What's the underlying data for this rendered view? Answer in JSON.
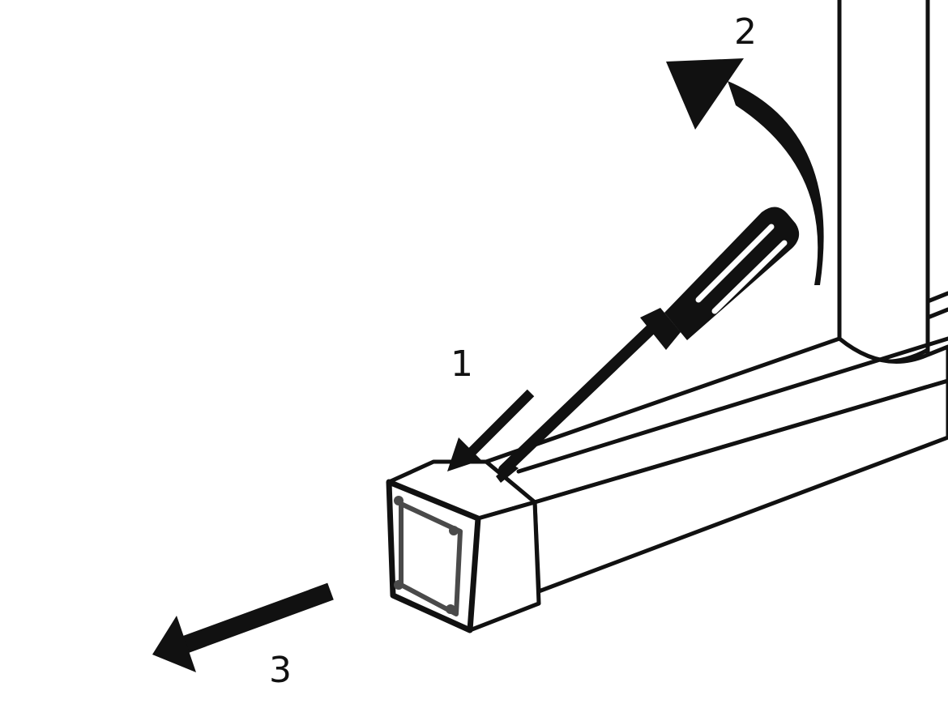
{
  "figure": {
    "description_icons": [
      "frame-tube",
      "end-cap",
      "screwdriver",
      "vertical-post",
      "arrow-push",
      "arrow-pry",
      "arrow-pull"
    ],
    "steps": [
      {
        "number": "1",
        "icon": "arrow-push-icon"
      },
      {
        "number": "2",
        "icon": "arrow-pry-icon"
      },
      {
        "number": "3",
        "icon": "arrow-pull-icon"
      }
    ]
  },
  "colors": {
    "ink": "#111111",
    "fill": "#ffffff",
    "shade": "#4a4a4a"
  }
}
